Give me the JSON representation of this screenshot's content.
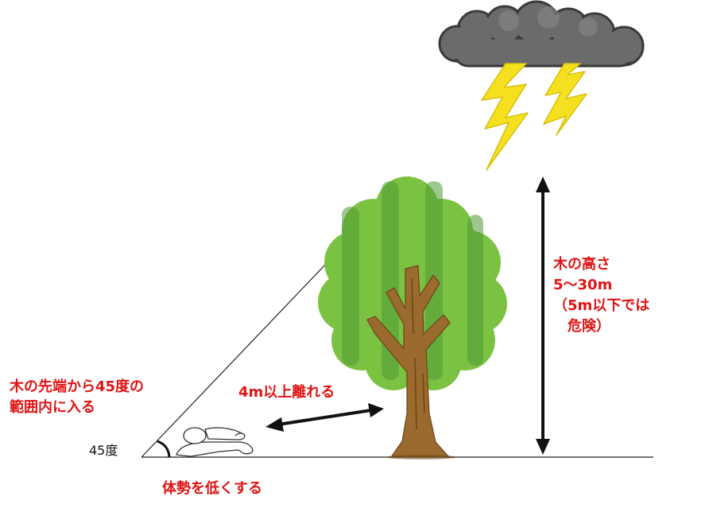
{
  "labels": {
    "tree_height_line1": "木の高さ",
    "tree_height_line2": "5～30m",
    "tree_height_line3": "（5m以下では",
    "tree_height_line4": "危険）",
    "distance": "4m以上離れる",
    "zone_line1": "木の先端から45度の",
    "zone_line2": "範囲内に入る",
    "angle": "45度",
    "posture": "体勢を低くする"
  },
  "colors": {
    "annotation_red": "#e01414",
    "tree_green_light": "#7cc242",
    "tree_green_dark": "#4f9a36",
    "trunk_brown": "#9a6a2e",
    "cloud_gray": "#6b6b6b",
    "lightning_yellow": "#f4e01e"
  },
  "icons": [
    "storm-cloud-icon",
    "lightning-bolt-icon",
    "tree-icon",
    "crouching-person-icon"
  ]
}
